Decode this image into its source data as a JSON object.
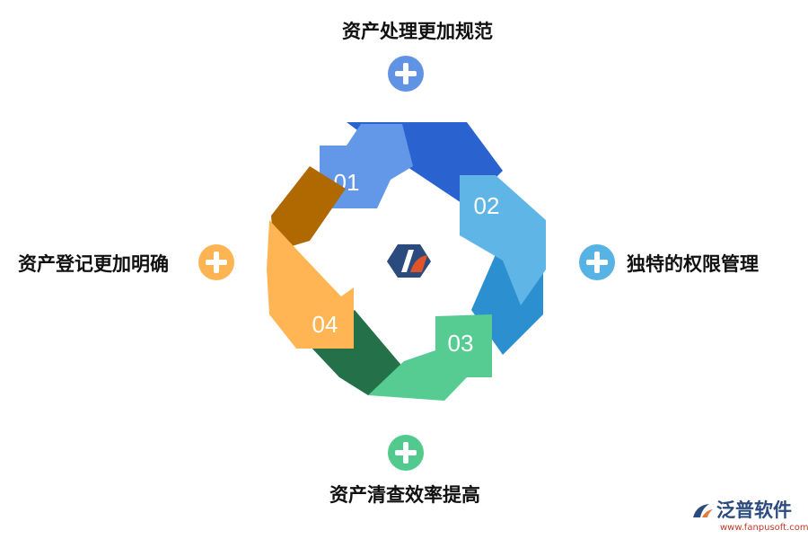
{
  "diagram": {
    "colors": {
      "blue_light": "#6398e8",
      "blue_dark": "#2a63cf",
      "sky_light": "#5fb6e6",
      "sky_dark": "#2b8fd0",
      "green_light": "#56cc92",
      "green_dark": "#237049",
      "orange_light": "#ffb553",
      "orange_dark": "#b06800"
    },
    "segments": [
      {
        "number": "01"
      },
      {
        "number": "02"
      },
      {
        "number": "03"
      },
      {
        "number": "04"
      }
    ],
    "items": {
      "top": {
        "label": "资产处理更加规范",
        "color": "#6093e3"
      },
      "right": {
        "label": "独特的权限管理",
        "color": "#57b3e3"
      },
      "bottom": {
        "label": "资产清查效率提高",
        "color": "#52c98d"
      },
      "left": {
        "label": "资产登记更加明确",
        "color": "#ffb453"
      }
    }
  },
  "brand": {
    "name": "泛普软件",
    "url": "www.fanpusoft.com"
  }
}
